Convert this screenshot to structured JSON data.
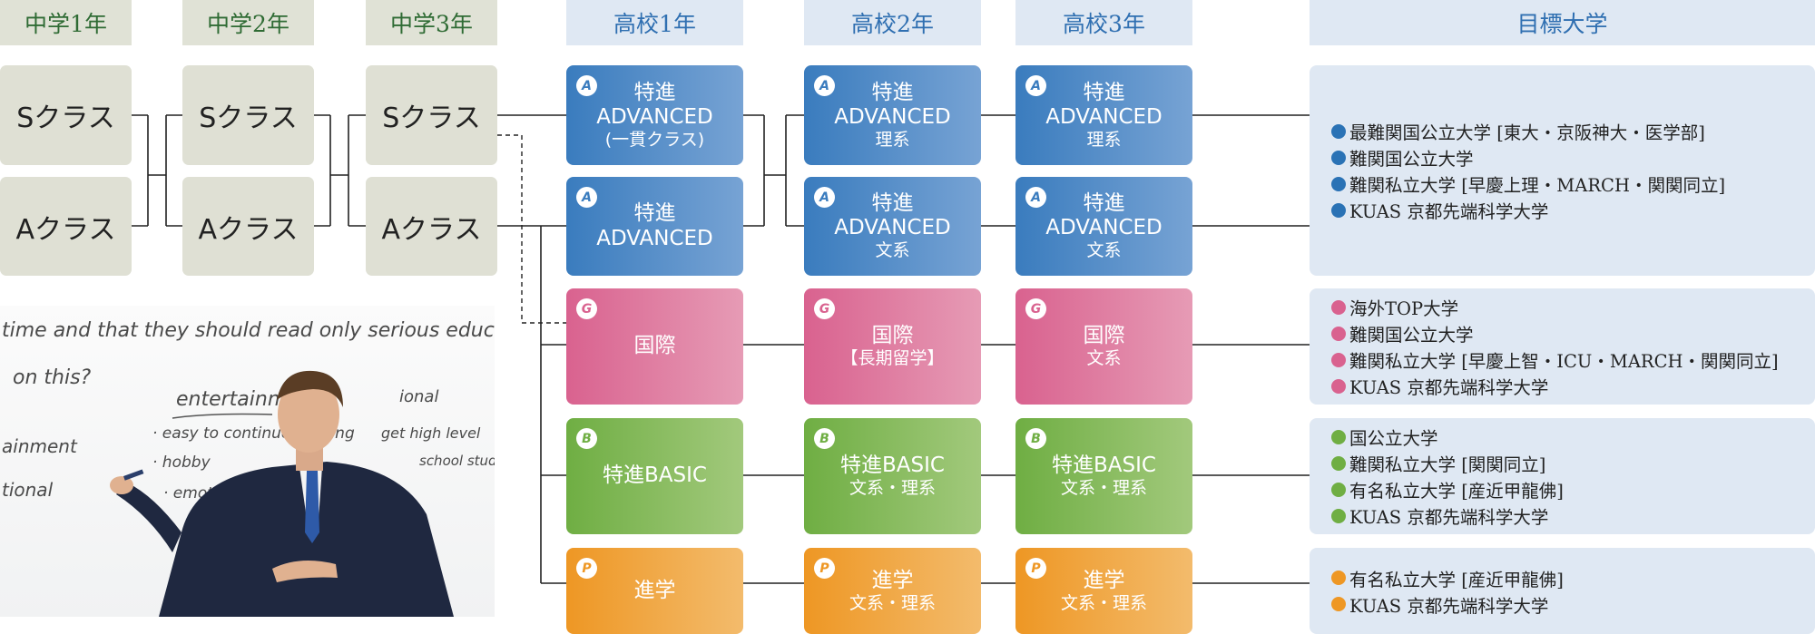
{
  "headers": {
    "jh1": "中学1年",
    "jh2": "中学2年",
    "jh3": "中学3年",
    "hs1": "高校1年",
    "hs2": "高校2年",
    "hs3": "高校3年",
    "goal": "目標大学"
  },
  "junior": {
    "s_class": "Sクラス",
    "a_class": "Aクラス"
  },
  "hs1": {
    "adv_ikkan": {
      "l1": "特進",
      "l2": "ADVANCED",
      "l3": "(一貫クラス)"
    },
    "adv": {
      "l1": "特進",
      "l2": "ADVANCED"
    },
    "kokusai": {
      "l1": "国際"
    },
    "basic": {
      "l1": "特進BASIC"
    },
    "shingaku": {
      "l1": "進学"
    }
  },
  "hs2": {
    "adv_ri": {
      "l1": "特進",
      "l2": "ADVANCED",
      "l3": "理系"
    },
    "adv_bun": {
      "l1": "特進",
      "l2": "ADVANCED",
      "l3": "文系"
    },
    "kokusai": {
      "l1": "国際",
      "l3": "【長期留学】"
    },
    "basic": {
      "l1": "特進BASIC",
      "l3": "文系・理系"
    },
    "shingaku": {
      "l1": "進学",
      "l3": "文系・理系"
    }
  },
  "hs3": {
    "adv_ri": {
      "l1": "特進",
      "l2": "ADVANCED",
      "l3": "理系"
    },
    "adv_bun": {
      "l1": "特進",
      "l2": "ADVANCED",
      "l3": "文系"
    },
    "kokusai": {
      "l1": "国際",
      "l3": "文系"
    },
    "basic": {
      "l1": "特進BASIC",
      "l3": "文系・理系"
    },
    "shingaku": {
      "l1": "進学",
      "l3": "文系・理系"
    }
  },
  "emblems": {
    "adv": "A",
    "kokusai": "G",
    "basic": "B",
    "shingaku": "P"
  },
  "destinations": {
    "advanced": [
      "最難関国公立大学 [東大・京阪神大・医学部]",
      "難関国公立大学",
      "難関私立大学 [早慶上理・MARCH・関関同立]",
      "KUAS 京都先端科学大学"
    ],
    "kokusai": [
      "海外TOP大学",
      "難関国公立大学",
      "難関私立大学 [早慶上智・ICU・MARCH・関関同立]",
      "KUAS 京都先端科学大学"
    ],
    "basic": [
      "国公立大学",
      "難関私立大学 [関関同立]",
      "有名私立大学 [産近甲龍佛]",
      "KUAS 京都先端科学大学"
    ],
    "shingaku": [
      "有名私立大学 [産近甲龍佛]",
      "KUAS 京都先端科学大学"
    ]
  },
  "colors": {
    "advanced": "#2a72b5",
    "kokusai": "#d9628f",
    "basic": "#6fae43",
    "shingaku": "#ee9724"
  },
  "photo_board_text": [
    "time and that they should read only serious educational",
    "on this?",
    "entertainment",
    "ional",
    "ainment",
    "· easy to continue reading",
    "get high level",
    "· hobby",
    "school studi",
    "· emotional",
    "tional"
  ]
}
